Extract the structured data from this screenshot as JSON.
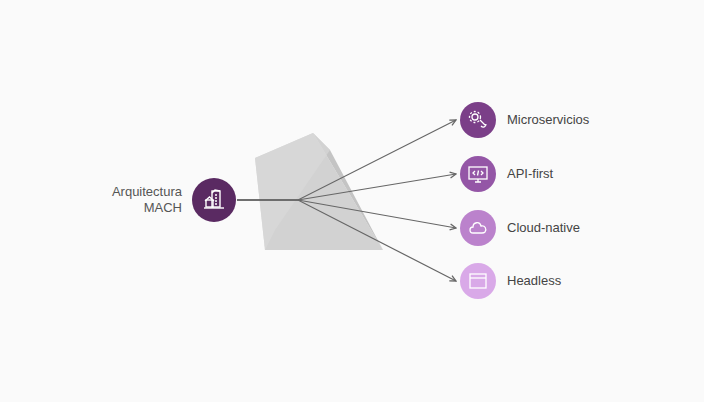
{
  "diagram": {
    "nodes": [
      {
        "text": [
          "Arquitectura MACH"
        ]
      },
      {
        "text": [
          "Microservicios"
        ]
      },
      {
        "text": [
          "API-first"
        ]
      },
      {
        "text": [
          "Cloud-native"
        ]
      },
      {
        "text": [
          "Headless"
        ]
      }
    ],
    "edges": [
      {
        "from": 0,
        "to": 1,
        "arrow": "to"
      },
      {
        "from": 0,
        "to": 2,
        "arrow": "to"
      },
      {
        "from": 0,
        "to": 3,
        "arrow": "to"
      },
      {
        "from": 0,
        "to": 4,
        "arrow": "to"
      }
    ]
  }
}
